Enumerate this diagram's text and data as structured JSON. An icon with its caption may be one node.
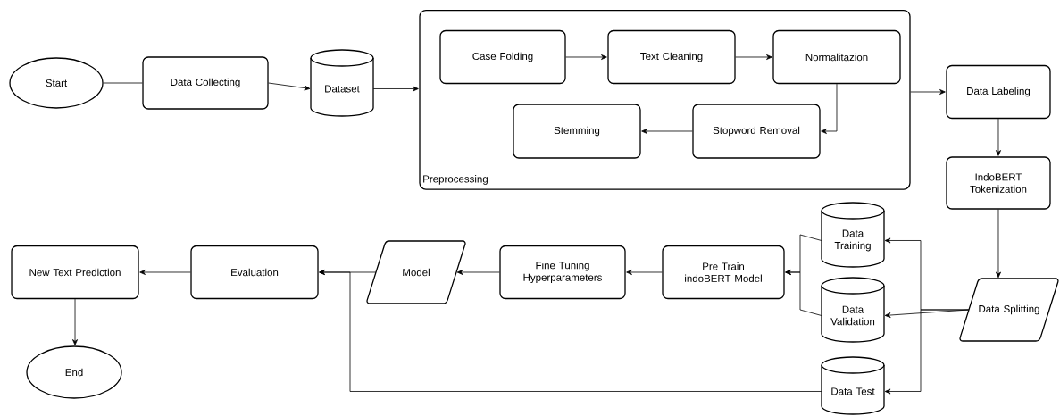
{
  "diagram": {
    "nodes": [
      {
        "text": [
          "Start"
        ]
      },
      {
        "text": [
          "Data Collecting"
        ]
      },
      {
        "text": [
          "Dataset"
        ]
      },
      {
        "text": [
          "Preprocessing"
        ]
      },
      {
        "text": [
          "Case Folding"
        ],
        "in": 3
      },
      {
        "text": [
          "Text Cleaning"
        ],
        "in": 3
      },
      {
        "text": [
          "Normalitazion"
        ],
        "in": 3
      },
      {
        "text": [
          "Stemming"
        ],
        "in": 3
      },
      {
        "text": [
          "Stopword Removal"
        ],
        "in": 3
      },
      {
        "text": [
          "Data Labeling"
        ]
      },
      {
        "text": [
          "IndoBERT Tokenization"
        ]
      },
      {
        "text": [
          "Data Splitting"
        ]
      },
      {
        "text": [
          "Data Training"
        ]
      },
      {
        "text": [
          "Data Validation"
        ]
      },
      {
        "text": [
          "Data Test"
        ]
      },
      {
        "text": [
          "Pre Train indoBERT Model"
        ]
      },
      {
        "text": [
          "Fine Tuning Hyperparameters"
        ]
      },
      {
        "text": [
          "Model"
        ]
      },
      {
        "text": [
          "Evaluation"
        ]
      },
      {
        "text": [
          "New Text Prediction"
        ]
      },
      {
        "text": [
          "End"
        ]
      }
    ],
    "edges": [
      {
        "from": 0,
        "to": 1,
        "arrow": "none"
      },
      {
        "from": 1,
        "to": 2,
        "arrow": "to"
      },
      {
        "from": 2,
        "to": 3,
        "arrow": "to"
      },
      {
        "from": 4,
        "to": 5,
        "arrow": "to"
      },
      {
        "from": 5,
        "to": 6,
        "arrow": "to"
      },
      {
        "from": 6,
        "to": 8,
        "arrow": "to"
      },
      {
        "from": 8,
        "to": 7,
        "arrow": "to"
      },
      {
        "from": 3,
        "to": 9,
        "arrow": "to"
      },
      {
        "from": 9,
        "to": 10,
        "arrow": "to"
      },
      {
        "from": 10,
        "to": 11,
        "arrow": "to"
      },
      {
        "from": 11,
        "to": 12,
        "arrow": "to"
      },
      {
        "from": 11,
        "to": 13,
        "arrow": "to"
      },
      {
        "from": 11,
        "to": 14,
        "arrow": "to"
      },
      {
        "from": 12,
        "to": 15,
        "arrow": "to"
      },
      {
        "from": 13,
        "to": 15,
        "arrow": "to"
      },
      {
        "from": 15,
        "to": 16,
        "arrow": "to"
      },
      {
        "from": 16,
        "to": 17,
        "arrow": "to"
      },
      {
        "from": 17,
        "to": 18,
        "arrow": "to"
      },
      {
        "from": 14,
        "to": 18,
        "arrow": "to"
      },
      {
        "from": 18,
        "to": 19,
        "arrow": "to"
      },
      {
        "from": 19,
        "to": 20,
        "arrow": "to"
      }
    ]
  }
}
